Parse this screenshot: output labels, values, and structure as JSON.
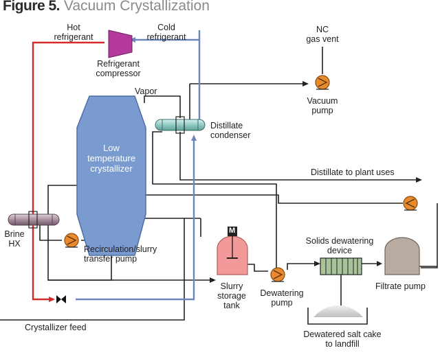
{
  "title": {
    "figure": "Figure 5.",
    "text": "Vacuum Crystallization"
  },
  "labels": {
    "hot_refrigerant": "Hot\nrefrigerant",
    "cold_refrigerant": "Cold\nrefrigerant",
    "refrigerant_compressor": "Refrigerant\ncompressor",
    "nc_gas_vent": "NC\ngas vent",
    "vacuum_pump": "Vacuum\npump",
    "vapor": "Vapor",
    "distillate_condenser": "Distillate\ncondenser",
    "low_temperature_crystallizer": "Low\ntemperature\ncrystallizer",
    "distillate_to_plant_uses": "Distillate to plant uses",
    "brine_hx": "Brine\nHX",
    "recirculation_pump": "Recirculation/slurry\ntransfer pump",
    "solids_dewatering_device": "Solids dewatering\ndevice",
    "slurry_storage_tank": "Slurry\nstorage\ntank",
    "dewatering_pump": "Dewatering\npump",
    "filtrate_pump": "Filtrate pump",
    "crystallizer_feed": "Crystallizer feed",
    "dewatered_salt_cake": "Dewatered salt cake\nto landfill",
    "mixer_mark": "M"
  },
  "colors": {
    "hot_line": "#d42a2a",
    "cold_line": "#6b86bb",
    "crystallizer_fill": "#7a9bd0",
    "compressor_fill": "#b33a9c",
    "condenser_fill": "#9fd6cf",
    "brine_hx_fill": "#a98f9f",
    "slurry_tank_fill": "#f29a9a",
    "filtrate_tank_fill": "#b8aca2",
    "pump_fill": "#e98a2f",
    "dewatering_device_fill": "#a9c39a"
  }
}
